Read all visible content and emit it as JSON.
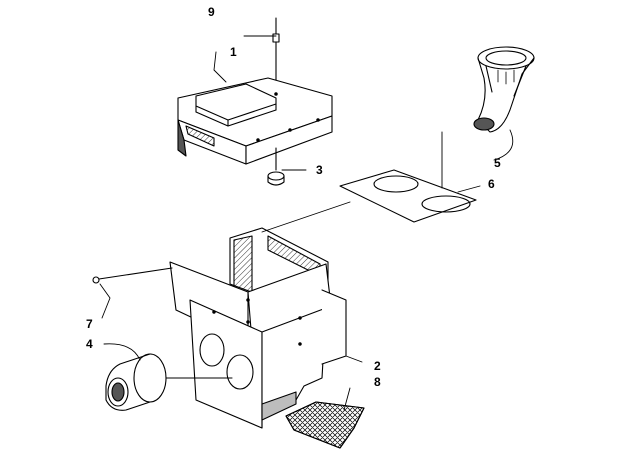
{
  "callouts": {
    "c1": "1",
    "c2": "2",
    "c3": "3",
    "c4": "4",
    "c5": "5",
    "c6": "6",
    "c7": "7",
    "c8": "8",
    "c9": "9"
  },
  "colors": {
    "ink": "#000000",
    "paper": "#ffffff",
    "shade": "#bdbdbd",
    "dark_shade": "#555555"
  }
}
